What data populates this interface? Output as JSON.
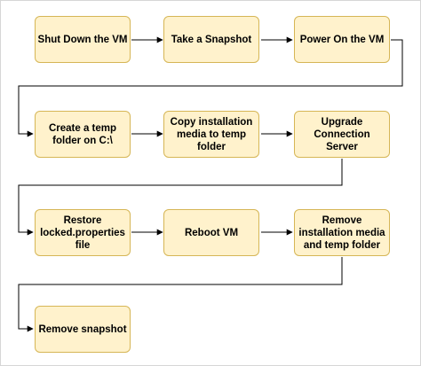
{
  "diagram": {
    "colors": {
      "node_fill": "#fff2cc",
      "node_border": "#d6b656",
      "connector": "#000000"
    },
    "nodes": [
      {
        "id": "shutdown",
        "label": "Shut Down the VM"
      },
      {
        "id": "snapshot",
        "label": "Take a Snapshot"
      },
      {
        "id": "poweron",
        "label": "Power On the VM"
      },
      {
        "id": "tempfolder",
        "label": "Create a temp folder on C:\\"
      },
      {
        "id": "copymedia",
        "label": "Copy installation media to temp folder"
      },
      {
        "id": "upgrade",
        "label": "Upgrade Connection Server"
      },
      {
        "id": "restore",
        "label": "Restore locked.properties file"
      },
      {
        "id": "reboot",
        "label": "Reboot VM"
      },
      {
        "id": "removemedia",
        "label": "Remove installation media and temp folder"
      },
      {
        "id": "removesnapshot",
        "label": "Remove snapshot"
      }
    ],
    "edges": [
      [
        "shutdown",
        "snapshot"
      ],
      [
        "snapshot",
        "poweron"
      ],
      [
        "poweron",
        "tempfolder"
      ],
      [
        "tempfolder",
        "copymedia"
      ],
      [
        "copymedia",
        "upgrade"
      ],
      [
        "upgrade",
        "restore"
      ],
      [
        "restore",
        "reboot"
      ],
      [
        "reboot",
        "removemedia"
      ],
      [
        "removemedia",
        "removesnapshot"
      ]
    ]
  }
}
